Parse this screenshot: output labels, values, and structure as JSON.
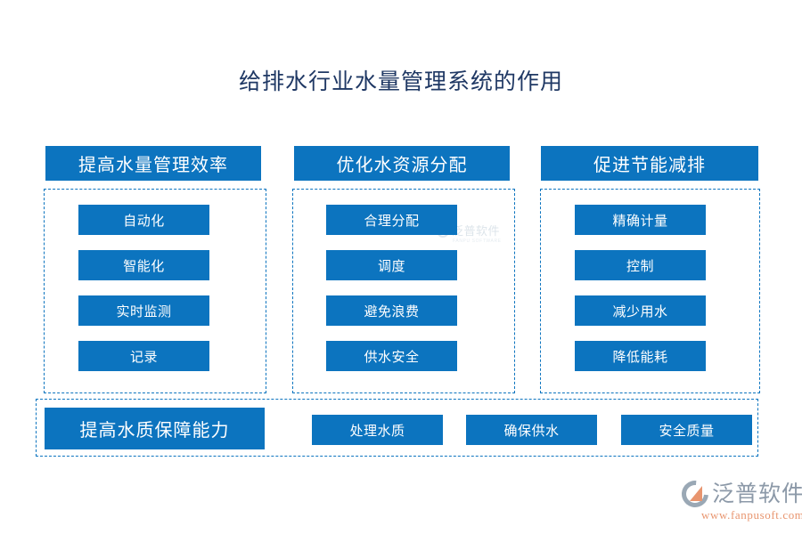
{
  "page": {
    "title": "给排水行业水量管理系统的作用",
    "background_color": "#ffffff",
    "title_color": "#1f3864",
    "accent_color": "#0c74bf"
  },
  "columns": [
    {
      "header": "提高水量管理效率",
      "items": [
        "自动化",
        "智能化",
        "实时监测",
        "记录"
      ]
    },
    {
      "header": "优化水资源分配",
      "items": [
        "合理分配",
        "调度",
        "避免浪费",
        "供水安全"
      ]
    },
    {
      "header": "促进节能减排",
      "items": [
        "精确计量",
        "控制",
        "减少用水",
        "降低能耗"
      ]
    }
  ],
  "bottom": {
    "main_label": "提高水质保障能力",
    "items": [
      "处理水质",
      "确保供水",
      "安全质量"
    ]
  },
  "watermark": {
    "cn": "泛普软件",
    "en": "FANPU SOFTWARE"
  },
  "logo": {
    "cn": "泛普软件",
    "url": "www.fanpusoft.com",
    "mark_gray": "#8c99a8",
    "mark_orange": "#e8956f"
  }
}
